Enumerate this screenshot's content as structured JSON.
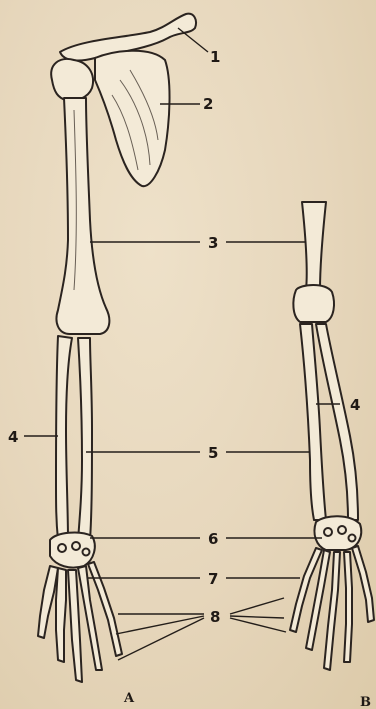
{
  "labels": {
    "n1": "1",
    "n2": "2",
    "n3": "3",
    "n4_left": "4",
    "n4_right": "4",
    "n5": "5",
    "n6": "6",
    "n7": "7",
    "n8": "8"
  },
  "figure_letters": {
    "a": "A",
    "b": "B"
  },
  "colors": {
    "paper": "#e8d9bf",
    "ink": "#2b2420",
    "bone": "#f3ead7"
  }
}
